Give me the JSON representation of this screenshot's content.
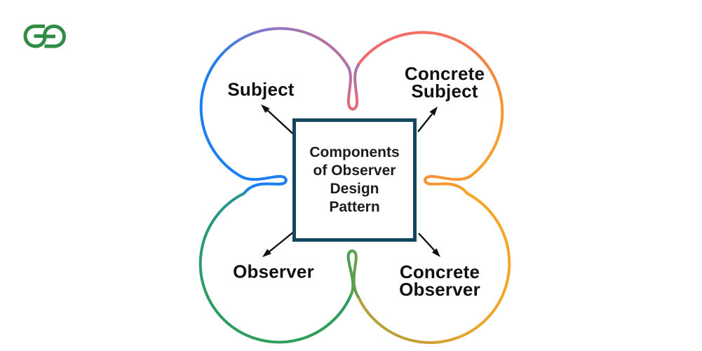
{
  "page": {
    "background": "#ffffff"
  },
  "logo": {
    "name": "geeksforgeeks-logo",
    "color": "#2f8d46"
  },
  "diagram": {
    "center_box": {
      "line1": "Components",
      "line2": "of Observer",
      "line3": "Design",
      "line4": "Pattern",
      "border_color": "#15465f"
    },
    "nodes": {
      "subject": {
        "label": "Subject",
        "color_start": "#1b7ff1",
        "color_end": "#8a77c8"
      },
      "concrete_subject": {
        "line1": "Concrete",
        "line2": "Subject",
        "color_start": "#f2686f",
        "color_end": "#f8a626"
      },
      "observer": {
        "label": "Observer",
        "color_start": "#2492a5",
        "color_end": "#2e9e5a"
      },
      "concrete_observer": {
        "line1": "Concrete",
        "line2": "Observer",
        "color_start": "#f8a626",
        "color_end": "#8f9b45"
      }
    },
    "arrow_color": "#111111",
    "text_color": "#101014"
  }
}
